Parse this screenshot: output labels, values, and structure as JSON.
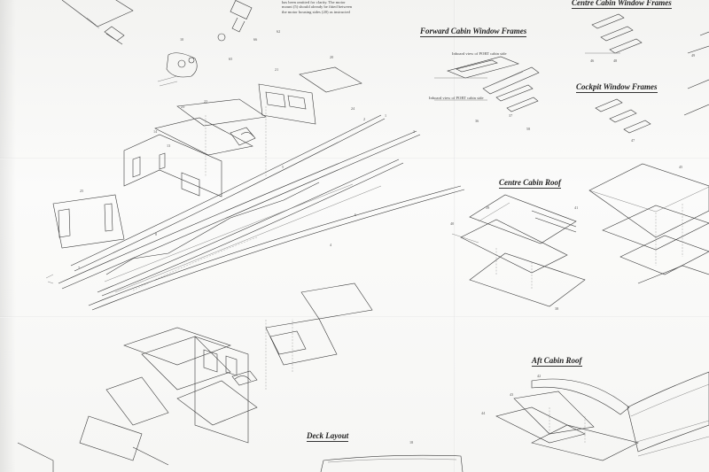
{
  "sheet": {
    "headings": {
      "centre_cabin_window_frames": "Centre Cabin Window Frames",
      "forward_cabin_window_frames": "Forward Cabin Window Frames",
      "cockpit_window_frames": "Cockpit Window Frames",
      "centre_cabin_roof": "Centre Cabin Roof",
      "aft_cabin_roof": "Aft Cabin Roof",
      "deck_layout": "Deck Layout"
    },
    "motor_note": "has been omitted for clarity. The motor\nmount (5) should already be fitted between\nthe motor housing sides (20) as instructed",
    "captions": {
      "port_cabin_side": "Inboard view of PORT cabin side",
      "port_cabin_side_2": "Inboard view of PORT cabin side"
    },
    "part_numbers": [
      "62",
      "66",
      "65",
      "18",
      "10",
      "20",
      "21",
      "22",
      "23",
      "24",
      "25",
      "14",
      "13",
      "8",
      "7",
      "3",
      "5",
      "6",
      "1",
      "2",
      "4",
      "39",
      "41",
      "40",
      "38",
      "37",
      "36",
      "43",
      "44",
      "45",
      "46",
      "47",
      "42",
      "48",
      "49",
      "58"
    ]
  }
}
